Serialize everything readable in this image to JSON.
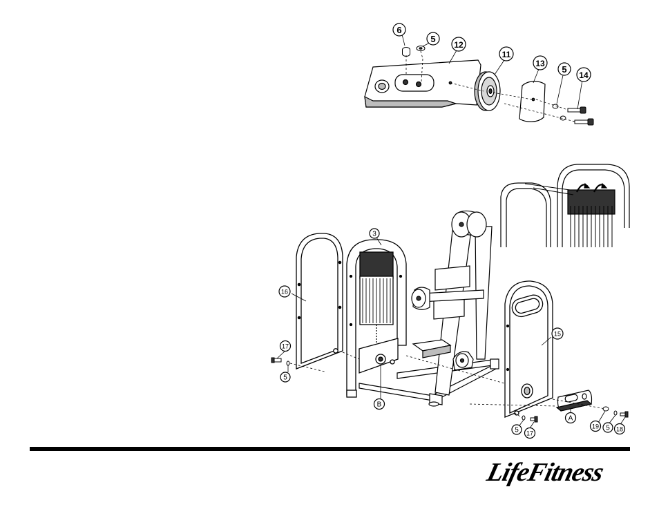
{
  "brand": {
    "wordmark": "LifeFitness"
  },
  "callouts": {
    "c6": "6",
    "c5a": "5",
    "c12": "12",
    "c11": "11",
    "c13": "13",
    "c5b": "5",
    "c14": "14",
    "c3": "3",
    "c16": "16",
    "c17a": "17",
    "c5c": "5",
    "cB": "B",
    "c15": "15",
    "cA": "A",
    "c5d": "5",
    "c17b": "17",
    "c19": "19",
    "c5e": "5",
    "c18": "18"
  },
  "colors": {
    "line": "#000000",
    "fill": "#ffffff",
    "shade": "#bdbdbd",
    "dark": "#333333"
  }
}
